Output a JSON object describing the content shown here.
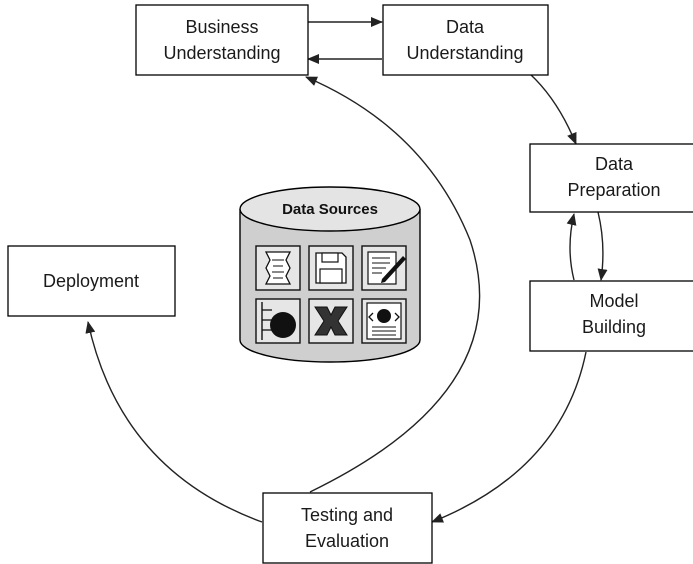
{
  "stages": {
    "business_understanding": [
      "Business",
      "Understanding"
    ],
    "data_understanding": [
      "Data",
      "Understanding"
    ],
    "data_preparation": [
      "Data",
      "Preparation"
    ],
    "model_building": [
      "Model",
      "Building"
    ],
    "testing_evaluation": [
      "Testing and",
      "Evaluation"
    ],
    "deployment": [
      "Deployment"
    ]
  },
  "data_sources": {
    "title": "Data Sources",
    "icons": [
      "document-icon",
      "floppy-disk-icon",
      "pen-document-icon",
      "database-globe-icon",
      "excel-icon",
      "web-page-icon"
    ]
  },
  "colors": {
    "cylinder_fill": "#cfcfcf",
    "cylinder_top": "#e4e4e4",
    "stroke": "#000000"
  }
}
